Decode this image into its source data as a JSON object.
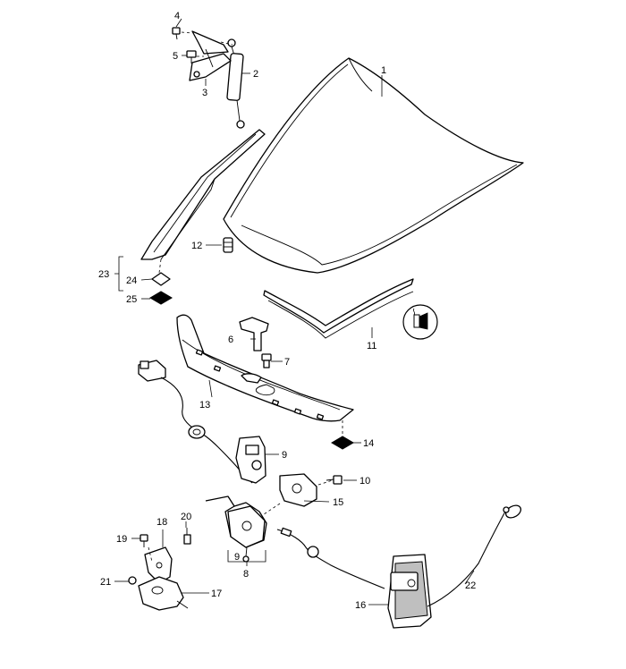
{
  "callouts": {
    "c1": "1",
    "c2": "2",
    "c3": "3",
    "c4": "4",
    "c5": "5",
    "c6": "6",
    "c7": "7",
    "c8": "8",
    "c9a": "9",
    "c9b": "9",
    "c10": "10",
    "c11": "11",
    "c12": "12",
    "c13": "13",
    "c14": "14",
    "c15": "15",
    "c16": "16",
    "c17": "17",
    "c18": "18",
    "c19": "19",
    "c20": "20",
    "c21": "21",
    "c22": "22",
    "c23": "23",
    "c24": "24",
    "c25": "25"
  },
  "colors": {
    "ink": "#000000",
    "paper": "#ffffff",
    "shade": "#bfbfbf"
  },
  "icons": {
    "seal_symbol": "adhesive-tube-icon"
  }
}
